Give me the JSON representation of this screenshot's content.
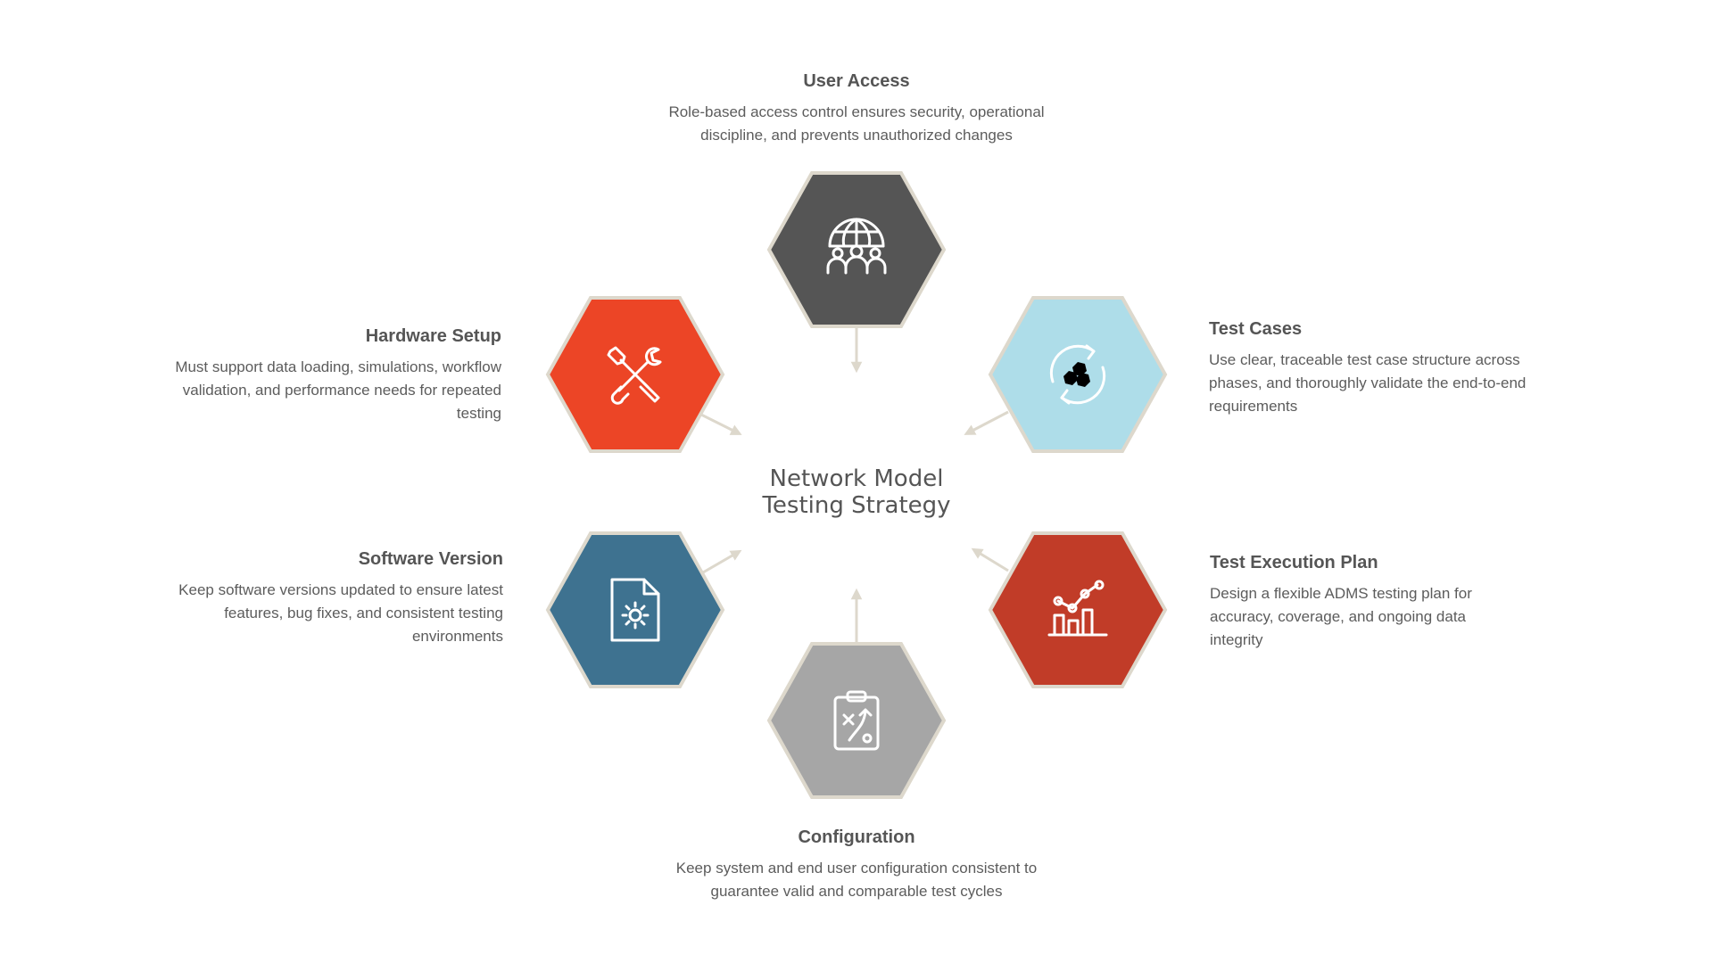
{
  "center": {
    "line1": "Network Model",
    "line2": "Testing Strategy"
  },
  "colors": {
    "user_access": "#555555",
    "test_cases": "#aedde9",
    "test_execution": "#c13c28",
    "configuration": "#a6a6a6",
    "software_version": "#3e7290",
    "hardware_setup": "#ec4526",
    "hex_border": "#ddd8cc",
    "arrow": "#ddd8cc"
  },
  "nodes": {
    "user_access": {
      "title": "User Access",
      "description": "Role-based access control ensures security, operational discipline, and prevents unauthorized changes",
      "icon": "globe-users-icon"
    },
    "test_cases": {
      "title": "Test Cases",
      "description": "Use clear, traceable test case structure across phases, and thoroughly validate the end-to-end requirements",
      "icon": "refresh-hexagons-icon"
    },
    "test_execution": {
      "title": "Test Execution Plan",
      "description": "Design a flexible ADMS testing plan for accuracy, coverage, and ongoing data integrity",
      "icon": "bar-chart-icon"
    },
    "configuration": {
      "title": "Configuration",
      "description": "Keep system and end user configuration consistent to guarantee valid and comparable test cycles",
      "icon": "clipboard-strategy-icon"
    },
    "software_version": {
      "title": "Software Version",
      "description": "Keep software versions updated to ensure latest features, bug fixes, and consistent testing environments",
      "icon": "file-gear-icon"
    },
    "hardware_setup": {
      "title": "Hardware Setup",
      "description": "Must support data loading, simulations, workflow validation, and performance needs for repeated testing",
      "icon": "tools-icon"
    }
  }
}
